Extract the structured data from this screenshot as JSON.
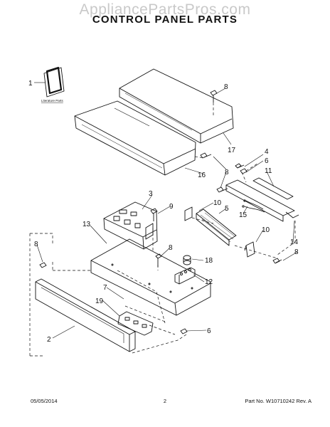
{
  "header": {
    "watermark": "AppliancePartsPros.com",
    "title": "CONTROL PANEL PARTS"
  },
  "labels": {
    "literature_parts": "Literature Parts"
  },
  "callouts": {
    "c1": "1",
    "c2": "2",
    "c3": "3",
    "c4": "4",
    "c5": "5",
    "c6a": "6",
    "c6b": "6",
    "c7": "7",
    "c8a": "8",
    "c8b": "8",
    "c8c": "8",
    "c8d": "8",
    "c8e": "8",
    "c9": "9",
    "c10a": "10",
    "c10b": "10",
    "c11": "11",
    "c12": "12",
    "c13": "13",
    "c14": "14",
    "c15": "15",
    "c16": "16",
    "c17": "17",
    "c18": "18",
    "c19": "19"
  },
  "footer": {
    "date": "05/05/2014",
    "page": "2",
    "part_no": "Part No. W10710242  Rev. A"
  }
}
